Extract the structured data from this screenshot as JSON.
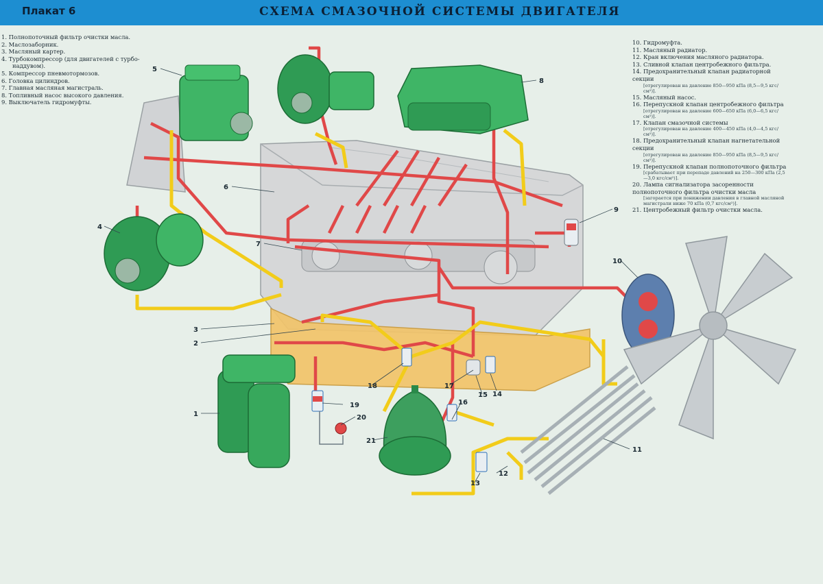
{
  "header": {
    "plakat": "Плакат 6",
    "title": "СХЕМА СМАЗОЧНОЙ СИСТЕМЫ ДВИГАТЕЛЯ"
  },
  "legend_left": [
    "1. Полнопоточный фильтр очистки масла.",
    "2. Маслозаборник.",
    "3. Масляный картер.",
    "4. Турбокомпрессор (для двигателей с турбо-",
    "наддувом).",
    "5. Компрессор пневмотормозов.",
    "6. Головка цилиндров.",
    "7. Главная масляная магистраль.",
    "8. Топливный насос высокого давления.",
    "9. Выключатель гидромуфты."
  ],
  "legend_right": [
    {
      "text": "10. Гидромуфта."
    },
    {
      "text": "11. Масляный радиатор."
    },
    {
      "text": "12. Кран включения масляного радиатора."
    },
    {
      "text": "13. Сливной клапан центробежного фильтра."
    },
    {
      "text": "14. Предохранительный клапан радиаторной секции",
      "note": "[отрегулирован на давление 850—950 кПа (8,5—9,5 кгс/см²)]."
    },
    {
      "text": "15. Масляный насос."
    },
    {
      "text": "16. Перепускной клапан центробежного фильтра",
      "note": "[отрегулирован на давление 600—650 кПа (6,0—6,5 кгс/см²)]."
    },
    {
      "text": "17. Клапан смазочной системы",
      "note": "[отрегулирован на давление 400—450 кПа (4,0—4,5 кгс/см²)]."
    },
    {
      "text": "18. Предохранительный клапан нагнетательной секции",
      "note": "[отрегулирован на давление 850—950 кПа (8,5—9,5 кгс/см²)]."
    },
    {
      "text": "19. Перепускной клапан полнопоточного фильтра",
      "note": "[срабатывает при перепаде давлений на 250—300 кПа (2,5—3,0 кгс/см²)]."
    },
    {
      "text": "20. Лампа сигнализатора засоренности полнопоточного фильтра очистки масла",
      "note": "[загорается при понижении давления в главной масляной магистрали ниже 70 кПа (0,7 кгс/см²)]."
    },
    {
      "text": "21. Центробежный фильтр очистки масла."
    }
  ],
  "callouts": [
    "1",
    "2",
    "3",
    "4",
    "5",
    "6",
    "7",
    "8",
    "9",
    "10",
    "11",
    "12",
    "13",
    "14",
    "15",
    "16",
    "17",
    "18",
    "19",
    "20",
    "21"
  ],
  "colors": {
    "header": "#1d8ed1",
    "background": "#e7efe9",
    "component_green": "#2f9b54",
    "oil_line_red": "#e04848",
    "oil_line_yellow": "#f2cc1a",
    "engine_grey": "#d6d7d8",
    "oil_sump": "#f2c46a"
  }
}
